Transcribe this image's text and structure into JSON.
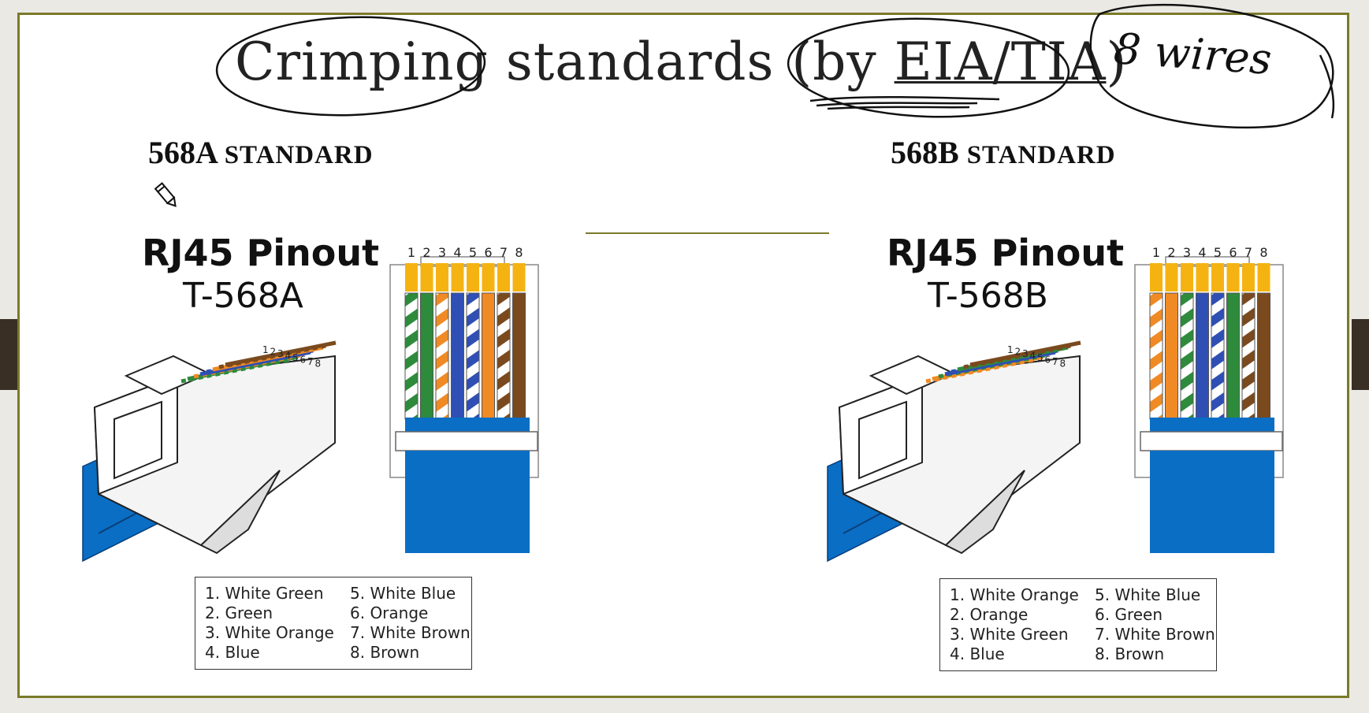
{
  "title": {
    "part1": "Crimping",
    "part2": " standards (by ",
    "part3": "EIA/TIA",
    "part4": ")"
  },
  "annotation": "8 wires",
  "standards": [
    {
      "heading_num": "568A",
      "heading_word": "STANDARD",
      "pinout_title": "RJ45 Pinout",
      "pinout_sub": "T-568A",
      "pin_numbers": [
        "1",
        "2",
        "3",
        "4",
        "5",
        "6",
        "7",
        "8"
      ],
      "legend": [
        "1. White Green",
        "2. Green",
        "3. White Orange",
        "4. Blue",
        "5. White Blue",
        "6. Orange",
        "7. White Brown",
        "8. Brown"
      ],
      "wires": [
        {
          "color": "#2e8b3c",
          "striped": true
        },
        {
          "color": "#2e8b3c",
          "striped": false
        },
        {
          "color": "#f08a24",
          "striped": true
        },
        {
          "color": "#2f4fb5",
          "striped": false
        },
        {
          "color": "#2f4fb5",
          "striped": true
        },
        {
          "color": "#f08a24",
          "striped": false
        },
        {
          "color": "#7a4a1e",
          "striped": true
        },
        {
          "color": "#7a4a1e",
          "striped": false
        }
      ]
    },
    {
      "heading_num": "568B",
      "heading_word": "STANDARD",
      "pinout_title": "RJ45 Pinout",
      "pinout_sub": "T-568B",
      "pin_numbers": [
        "1",
        "2",
        "3",
        "4",
        "5",
        "6",
        "7",
        "8"
      ],
      "legend": [
        "1. White Orange",
        "2. Orange",
        "3. White Green",
        "4. Blue",
        "5. White Blue",
        "6. Green",
        "7. White Brown",
        "8. Brown"
      ],
      "wires": [
        {
          "color": "#f08a24",
          "striped": true
        },
        {
          "color": "#f08a24",
          "striped": false
        },
        {
          "color": "#2e8b3c",
          "striped": true
        },
        {
          "color": "#2f4fb5",
          "striped": false
        },
        {
          "color": "#2f4fb5",
          "striped": true
        },
        {
          "color": "#2e8b3c",
          "striped": false
        },
        {
          "color": "#7a4a1e",
          "striped": true
        },
        {
          "color": "#7a4a1e",
          "striped": false
        }
      ]
    }
  ],
  "colors": {
    "cable_blue": "#0a6ec4",
    "pin_gold": "#f5b312",
    "frame": "#7a7a2a",
    "ink": "#111111"
  }
}
